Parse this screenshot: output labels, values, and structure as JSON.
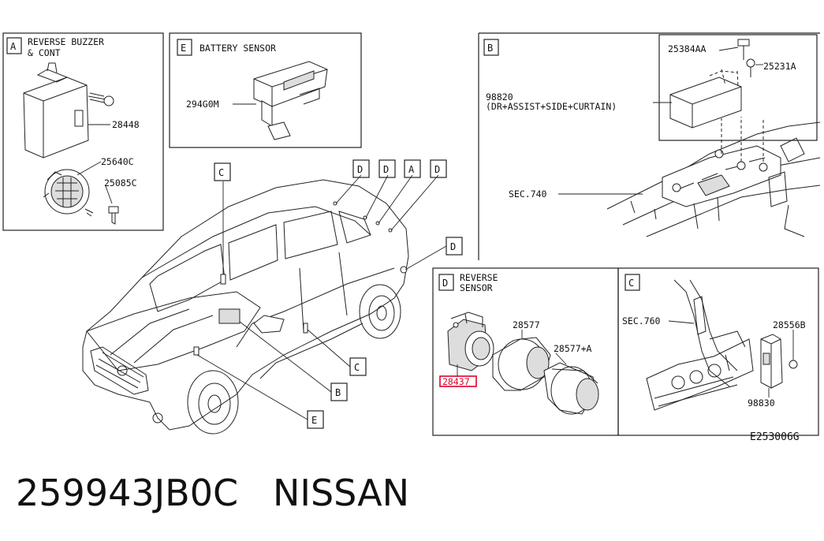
{
  "panels": {
    "A": {
      "letter": "A",
      "title_line1": "REVERSE BUZZER",
      "title_line2": "& CONT",
      "parts": {
        "p1": "28448",
        "p2": "25640C",
        "p3": "25085C"
      }
    },
    "E": {
      "letter": "E",
      "title": "BATTERY SENSOR",
      "parts": {
        "p1": "294G0M"
      }
    },
    "B": {
      "letter": "B",
      "parts": {
        "p1": "25384AA",
        "p2": "25231A",
        "p3": "98820",
        "p4": "(DR+ASSIST+SIDE+CURTAIN)",
        "p5": "SEC.740"
      }
    },
    "D": {
      "letter": "D",
      "title_line1": "REVERSE",
      "title_line2": "SENSOR",
      "parts": {
        "p1": "28577",
        "p2": "28577+A",
        "p3": "28437"
      }
    },
    "C": {
      "letter": "C",
      "parts": {
        "p1": "SEC.760",
        "p2": "28556B",
        "p3": "98830"
      }
    }
  },
  "callouts": {
    "c1": "C",
    "c2": "D",
    "c3": "D",
    "c4": "A",
    "c5": "D",
    "c6": "D",
    "c7": "C",
    "c8": "B",
    "c9": "E"
  },
  "diagram_code": "E253006G",
  "caption": "259943JB0C   NISSAN",
  "highlight_color": "#e0002a"
}
